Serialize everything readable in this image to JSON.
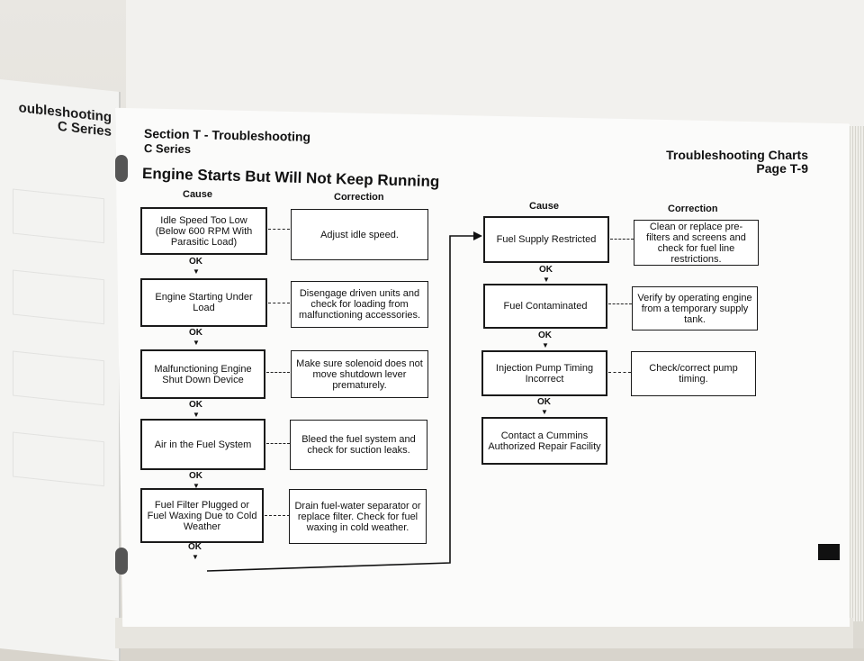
{
  "left_page": {
    "header_line1": "oubleshooting",
    "header_line2": "C Series"
  },
  "header": {
    "section": "Section T - Troubleshooting",
    "series": "C Series",
    "title": "Engine Starts But Will Not Keep Running",
    "right_line1": "Troubleshooting Charts",
    "right_line2": "Page T-9"
  },
  "columns": {
    "cause": "Cause",
    "correction": "Correction"
  },
  "ok_label": "OK",
  "left_flow": [
    {
      "cause": "Idle Speed Too Low (Below 600 RPM With Parasitic Load)",
      "correction": "Adjust idle speed."
    },
    {
      "cause": "Engine Starting Under Load",
      "correction": "Disengage driven units and check for loading from malfunctioning accessories."
    },
    {
      "cause": "Malfunctioning Engine Shut Down Device",
      "correction": "Make sure solenoid does not move shutdown lever prematurely."
    },
    {
      "cause": "Air in the Fuel System",
      "correction": "Bleed the fuel system and check for suction leaks."
    },
    {
      "cause": "Fuel Filter Plugged or Fuel Waxing Due to Cold Weather",
      "correction": "Drain fuel-water separator or replace filter. Check for fuel waxing in cold weather."
    }
  ],
  "right_flow": [
    {
      "cause": "Fuel Supply Restricted",
      "correction": "Clean or replace pre-filters and screens and check for fuel line restrictions."
    },
    {
      "cause": "Fuel Contaminated",
      "correction": "Verify by operating engine from a temporary supply tank."
    },
    {
      "cause": "Injection Pump Timing Incorrect",
      "correction": "Check/correct pump timing."
    }
  ],
  "final_box": "Contact a Cummins Authorized Repair Facility"
}
